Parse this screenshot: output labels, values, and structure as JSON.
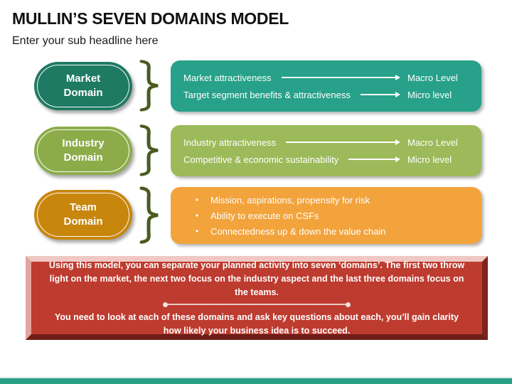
{
  "slide": {
    "title": "MULLIN’S SEVEN DOMAINS MODEL",
    "subtitle": "Enter your sub headline here"
  },
  "colors": {
    "market_oval": "#1E7A62",
    "market_box": "#27A189",
    "industry_oval": "#8CAC4A",
    "industry_box": "#9CBA59",
    "team_oval": "#C8860D",
    "team_box": "#F2A33C",
    "brace": "#4A5B20",
    "footer_box": "#BE3B2F",
    "bottom_bar": "#2AA084",
    "text_on_fills": "#FFFFFF"
  },
  "rows": [
    {
      "domain": "Market Domain",
      "items": [
        {
          "label": "Market attractiveness",
          "level": "Macro Level"
        },
        {
          "label": "Target segment benefits & attractiveness",
          "level": "Micro level"
        }
      ]
    },
    {
      "domain": "Industry Domain",
      "items": [
        {
          "label": "Industry attractiveness",
          "level": "Macro Level"
        },
        {
          "label": "Competitive & economic sustainability",
          "level": "Micro level"
        }
      ]
    },
    {
      "domain": "Team Domain",
      "bullets": [
        "Mission, aspirations, propensity for risk",
        "Ability to execute on CSFs",
        "Connectedness up & down the value chain"
      ],
      "bullet_glyph": "•"
    }
  ],
  "footer": {
    "paragraph1": "Using this model, you can separate your planned activity into seven ‘domains’. The first two throw light on the market, the next two focus on the industry aspect and the last three domains focus on the teams.",
    "paragraph2": "You need to look at each of these domains and ask key questions about each, you’ll gain clarity how likely your business idea is to succeed."
  }
}
